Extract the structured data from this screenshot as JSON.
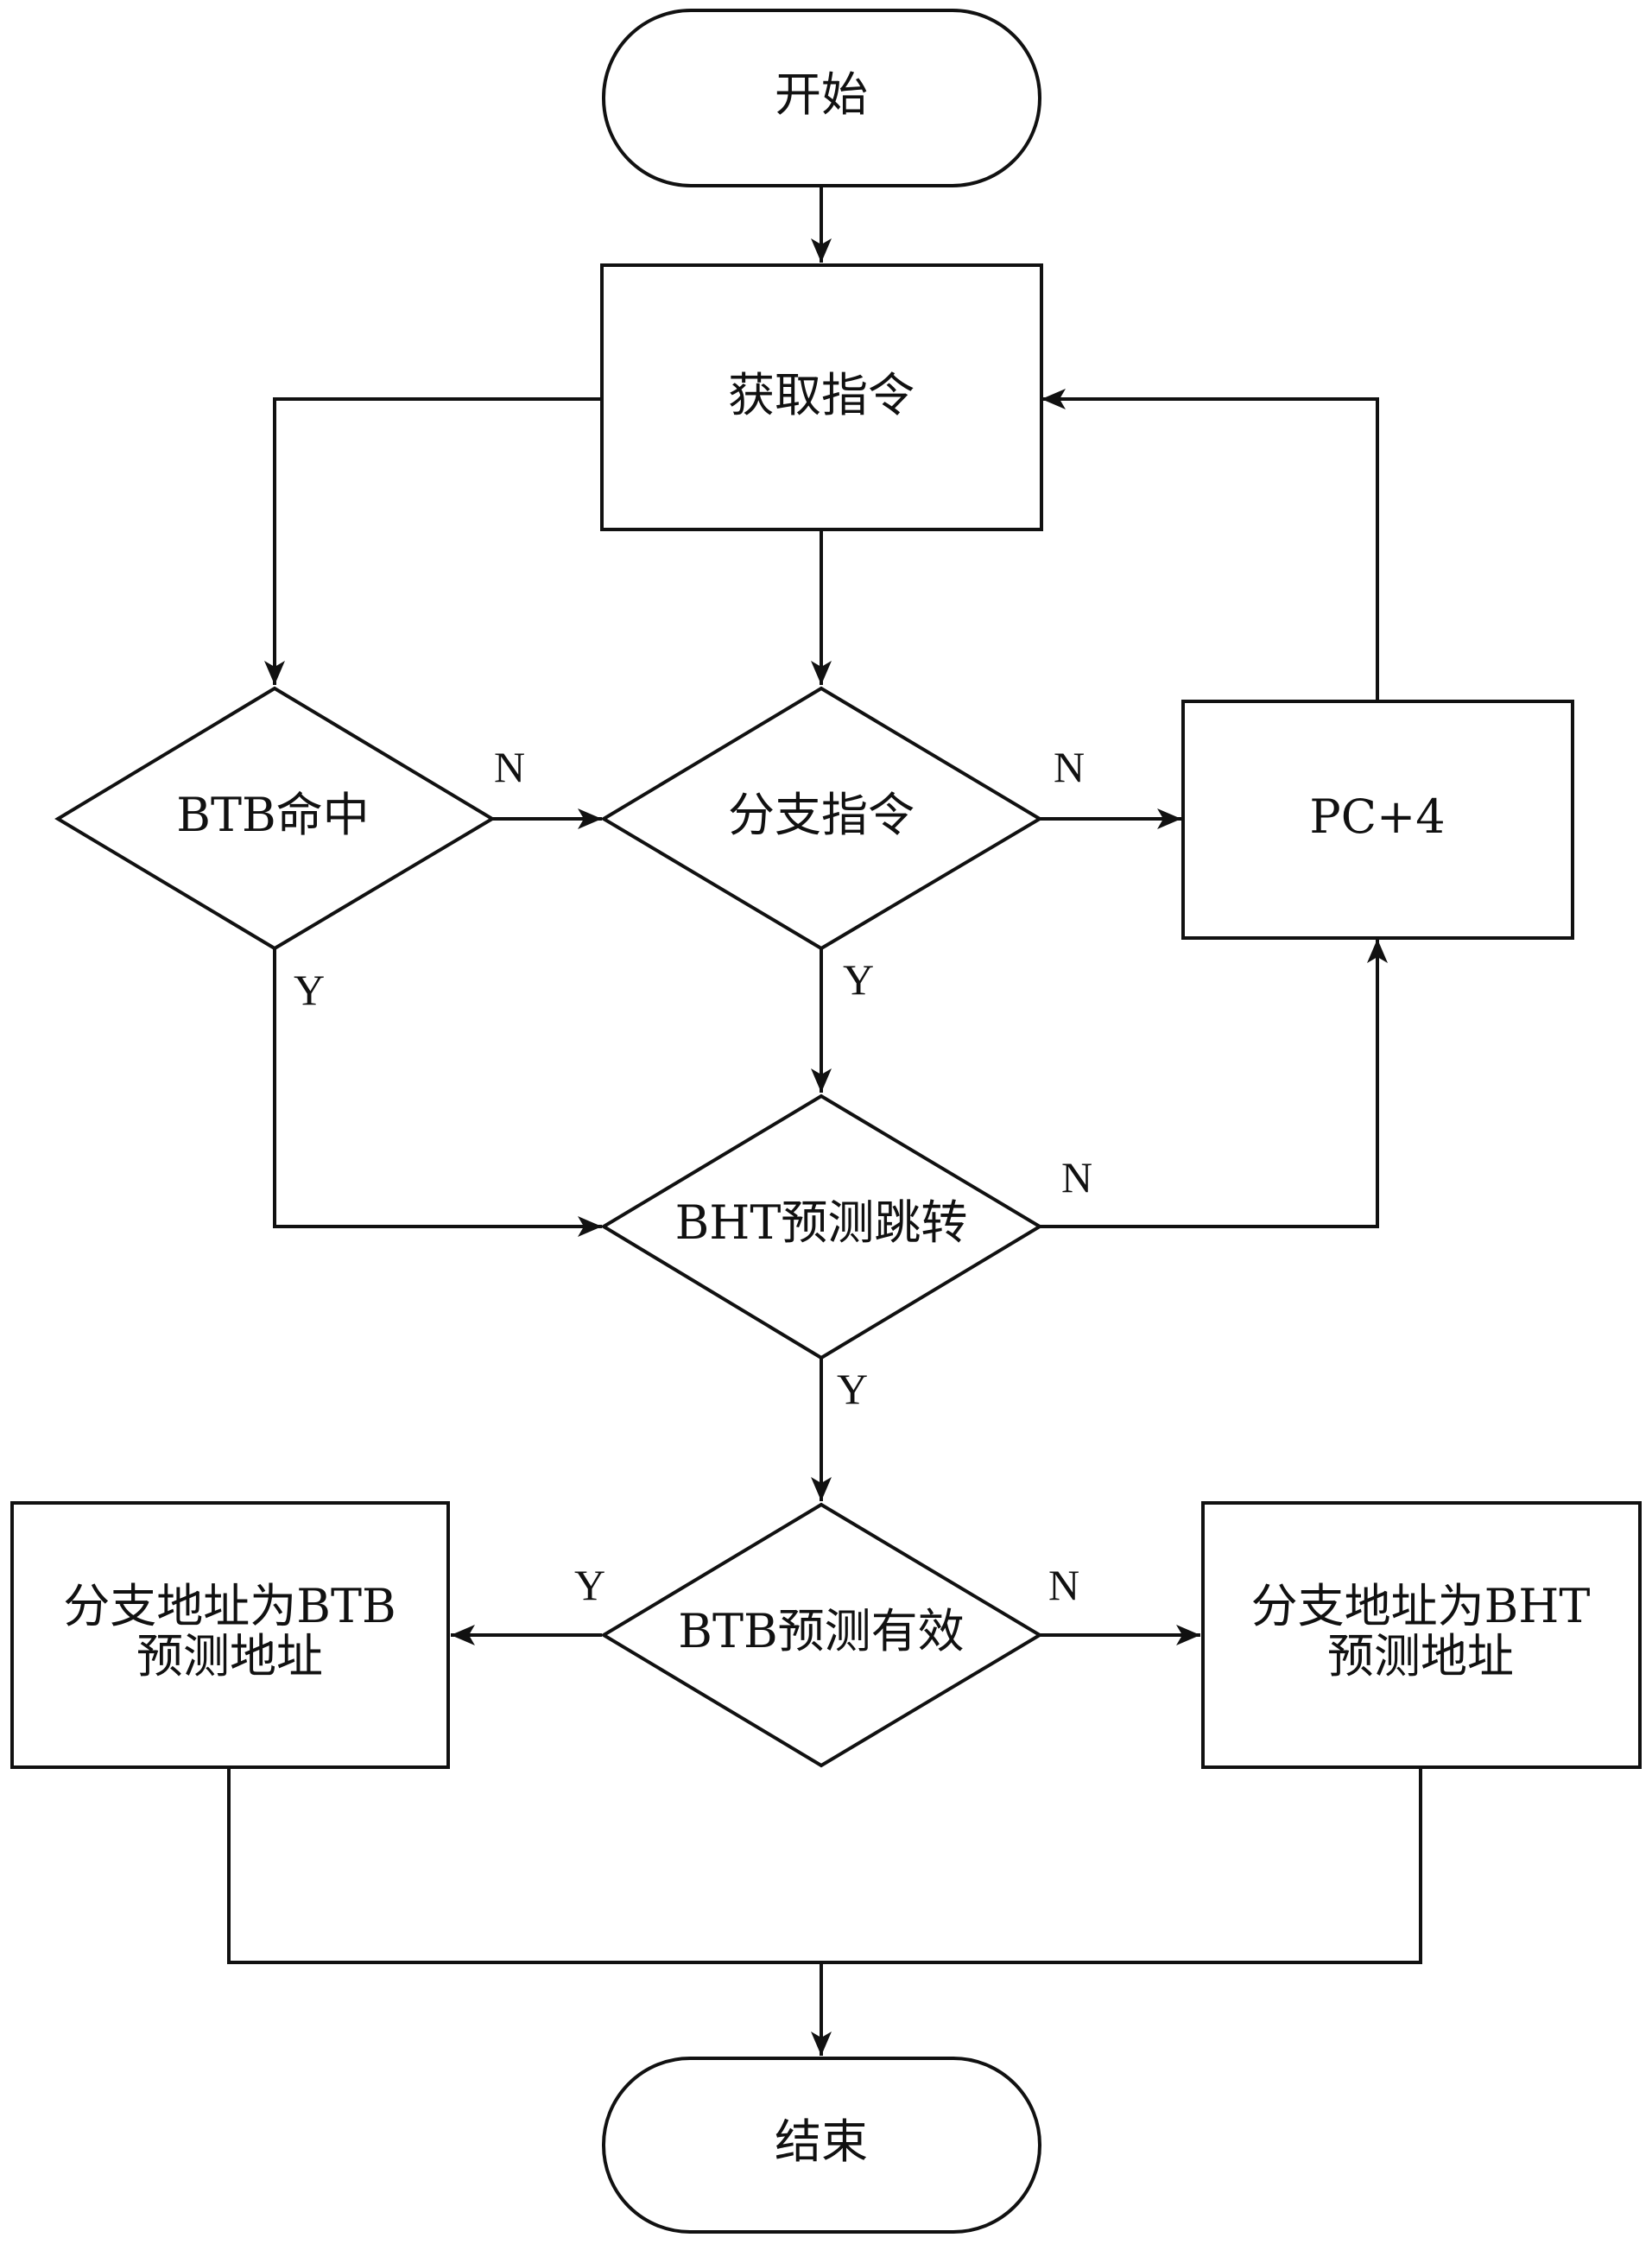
{
  "nodes": {
    "start": "开始",
    "fetch": "获取指令",
    "btb_hit": "BTB命中",
    "is_branch": "分支指令",
    "pc_plus4": "PC+4",
    "bht_predict": "BHT预测跳转",
    "btb_valid": "BTB预测有效",
    "use_btb_line1": "分支地址为BTB",
    "use_btb_line2": "预测地址",
    "use_bht_line1": "分支地址为BHT",
    "use_bht_line2": "预测地址",
    "end": "结束"
  },
  "edge_labels": {
    "btb_hit_no": "N",
    "btb_hit_yes": "Y",
    "branch_no": "N",
    "branch_yes": "Y",
    "bht_no": "N",
    "bht_yes": "Y",
    "valid_yes": "Y",
    "valid_no": "N"
  }
}
